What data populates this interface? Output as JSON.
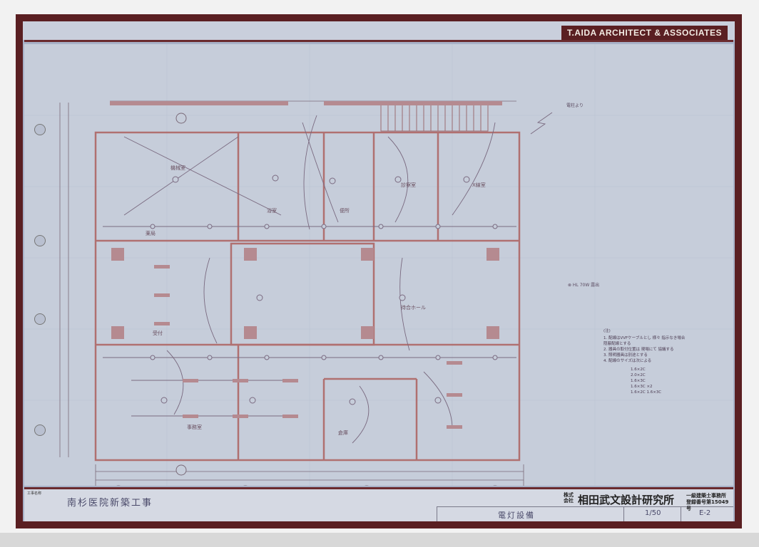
{
  "header": {
    "firm_name": "T.AIDA ARCHITECT & ASSOCIATES"
  },
  "title_block": {
    "project_label": "工事名称",
    "project_name": "南杉医院新築工事",
    "company_prefix": "株式会社",
    "company_name": "相田武文設計研究所",
    "registration": "一級建築士事務所 登録番号第15049号",
    "drawing_title": "電灯設備",
    "scale": "1/50",
    "drawing_number": "E-2"
  },
  "plan": {
    "room_labels": [
      "機械室",
      "薬局",
      "便所",
      "待合ホール",
      "診察室",
      "X線室",
      "受付",
      "倉庫",
      "浴室",
      "事務室"
    ],
    "notes_title": "(注)",
    "notes": [
      "1. 配線はVVFケーブルとし 様々 指示なき場合",
      "   隠蔽配線とする",
      "2. 器具の取付位置は 現場にて 協議する",
      "3. 照明器具は別途とする",
      "4. 配線のサイズは次による"
    ],
    "wire_sizes": [
      "1.6×2C",
      "2.0×2C",
      "1.6×3C",
      "1.6×3C ×2",
      "1.6×2C 1.6×3C"
    ],
    "legend_item": "⊗ HL 70W 露出",
    "north_label": "電柱より"
  },
  "colors": {
    "frame": "#5a1f22",
    "paper": "#c6cdda",
    "linework": "#b07070"
  }
}
